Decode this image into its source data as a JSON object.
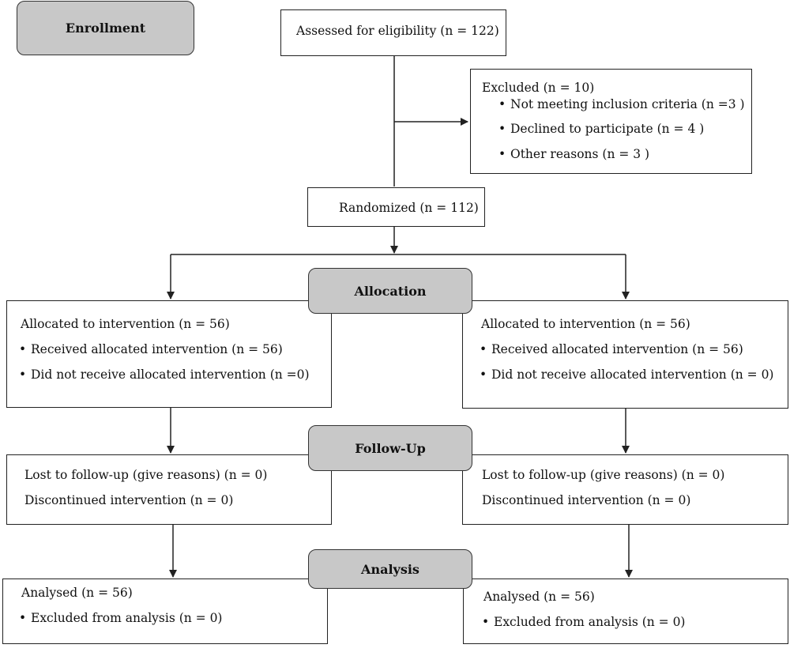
{
  "stages": {
    "enrollment": "Enrollment",
    "allocation": "Allocation",
    "followup": "Follow-Up",
    "analysis": "Analysis"
  },
  "assessed": "Assessed for eligibility (n = 122)",
  "excluded": {
    "title": "Excluded (n = 10)",
    "items": [
      "Not meeting inclusion criteria (n =3  )",
      "Declined to participate (n = 4  )",
      "Other reasons (n = 3  )"
    ]
  },
  "randomized": "Randomized (n = 112)",
  "allocation_left": {
    "title": "Allocated to intervention (n = 56)",
    "items": [
      "Received allocated intervention (n = 56)",
      "Did not receive allocated intervention (n =0)"
    ]
  },
  "allocation_right": {
    "title": "Allocated to intervention (n = 56)",
    "items": [
      "Received allocated intervention (n = 56)",
      "Did not receive allocated intervention (n = 0)"
    ]
  },
  "followup_left": {
    "lines": [
      "Lost to follow-up (give reasons) (n = 0)",
      "Discontinued intervention (n = 0)"
    ]
  },
  "followup_right": {
    "lines": [
      "Lost to follow-up (give reasons) (n = 0)",
      "Discontinued intervention (n = 0)"
    ]
  },
  "analysis_left": {
    "title": "Analysed (n = 56)",
    "items": [
      "Excluded from analysis (n = 0)"
    ]
  },
  "analysis_right": {
    "title": "Analysed (n = 56)",
    "items": [
      "Excluded from analysis (n = 0)"
    ]
  },
  "colors": {
    "stage_fill": "#c8c8c8",
    "line": "#222222"
  }
}
